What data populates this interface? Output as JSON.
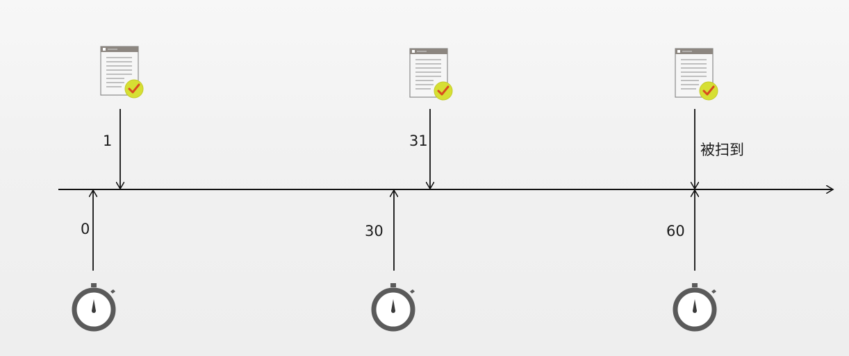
{
  "diagram": {
    "upper_labels": [
      "1",
      "31",
      "被扫到"
    ],
    "lower_labels": [
      "0",
      "30",
      "60"
    ],
    "upper_icon": "document-check-icon",
    "lower_icon": "stopwatch-icon",
    "colors": {
      "line": "#111111",
      "paper": "#f6f6f6",
      "paper_header": "#8c8680",
      "check_badge": "#d6df33",
      "check_mark": "#d84a1f",
      "stopwatch": "#5a5a5a"
    }
  }
}
